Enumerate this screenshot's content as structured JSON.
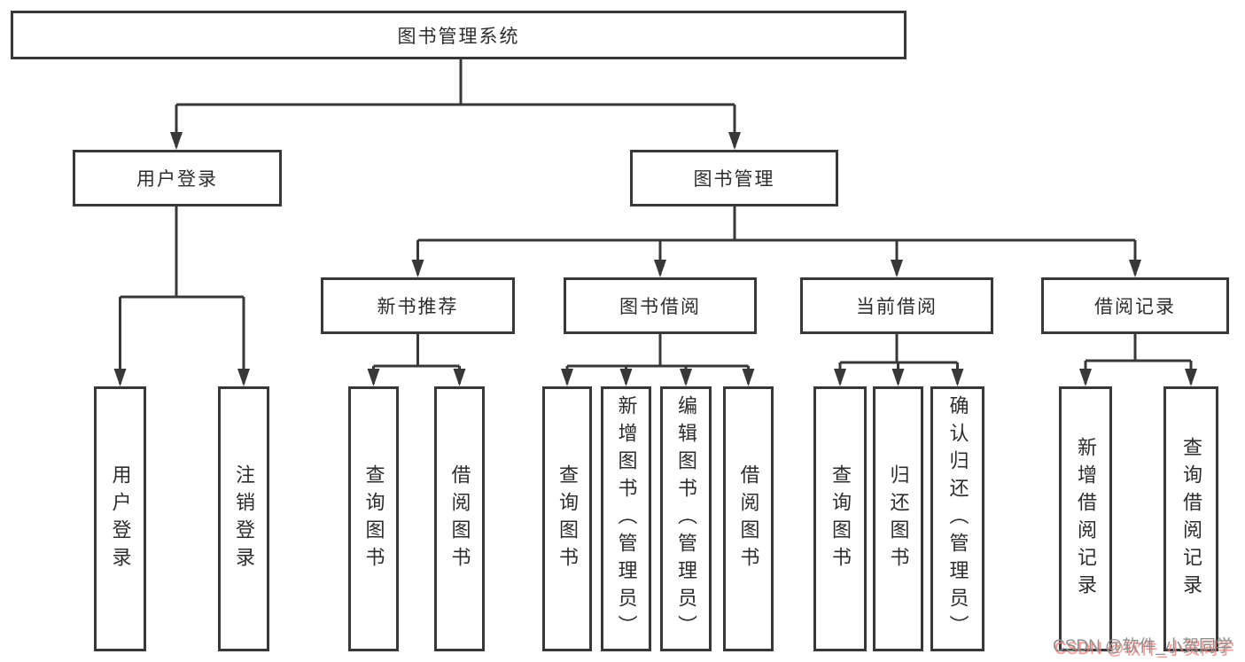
{
  "diagram": {
    "type": "hierarchy-structure-chart",
    "tree": {
      "root": {
        "label": "图书管理系统"
      },
      "branches": [
        {
          "label": "用户登录",
          "children": [
            {
              "label": "用户登录"
            },
            {
              "label": "注销登录"
            }
          ]
        },
        {
          "label": "图书管理",
          "children": [
            {
              "label": "新书推荐",
              "children": [
                {
                  "label": "查询图书"
                },
                {
                  "label": "借阅图书"
                }
              ]
            },
            {
              "label": "图书借阅",
              "children": [
                {
                  "label": "查询图书"
                },
                {
                  "label": "新增图书（管理员）"
                },
                {
                  "label": "编辑图书（管理员）"
                },
                {
                  "label": "借阅图书"
                }
              ]
            },
            {
              "label": "当前借阅",
              "children": [
                {
                  "label": "查询图书"
                },
                {
                  "label": "归还图书"
                },
                {
                  "label": "确认归还（管理员）"
                }
              ]
            },
            {
              "label": "借阅记录",
              "children": [
                {
                  "label": "新增借阅记录"
                },
                {
                  "label": "查询借阅记录"
                }
              ]
            }
          ]
        }
      ]
    },
    "colors": {
      "line": "#383838",
      "text": "#2d2d2d",
      "background": "#ffffff",
      "watermark_text": "#8f8f8f",
      "watermark_shadow": "#e8827d"
    }
  },
  "watermark": {
    "text": "CSDN @软件_小贺同学"
  }
}
